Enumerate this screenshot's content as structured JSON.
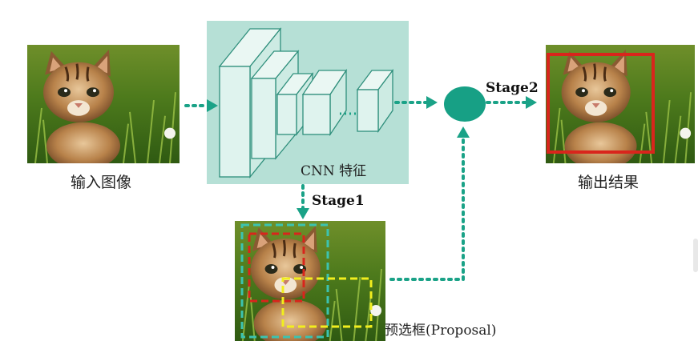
{
  "labels": {
    "input_image": "输入图像",
    "cnn_features": "CNN 特征",
    "stage1": "Stage1",
    "stage2": "Stage2",
    "output_result": "输出结果",
    "proposal": "预选框(Proposal)"
  },
  "colors": {
    "teal": "#1aa287",
    "teal_light": "#b6e0d6",
    "block_face": "#dff3ee",
    "red": "#d9251c",
    "yellow": "#f2ee1e",
    "dashed_teal": "#3cc3b0"
  }
}
